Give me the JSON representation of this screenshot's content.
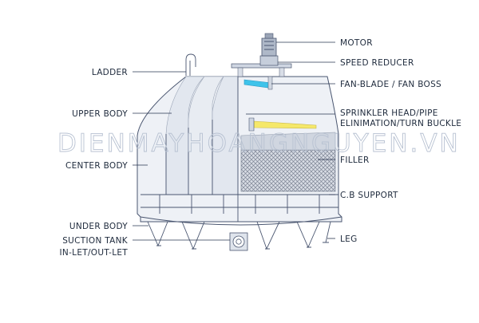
{
  "labels_left": {
    "ladder": "LADDER",
    "upper_body": "UPPER BODY",
    "center_body": "CENTER BODY",
    "under_body": "UNDER BODY",
    "suction_tank_1": "SUCTION TANK",
    "suction_tank_2": "IN-LET/OUT-LET"
  },
  "labels_right": {
    "motor": "MOTOR",
    "speed_reducer": "SPEED REDUCER",
    "fan_blade": "FAN-BLADE / FAN BOSS",
    "sprinkler_1": "SPRINKLER HEAD/PIPE",
    "sprinkler_2": "ELINIMATION/TURN BUCKLE",
    "filler": "FILLER",
    "cb_support": "C.B SUPPORT",
    "leg": "LEG"
  },
  "watermark": "DIENMAYHOANGNGUYEN.VN",
  "colors": {
    "body_fill": "#eef1f6",
    "panel_shade": "#e2e7ef",
    "fan_blade": "#3ec3ea",
    "sprinkler": "#f5e86a",
    "filler": "#7c8494",
    "line": "#2a3650"
  }
}
